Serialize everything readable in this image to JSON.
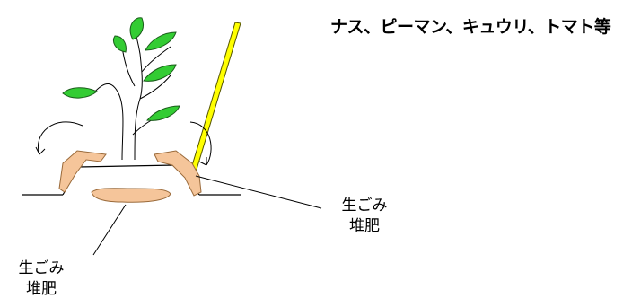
{
  "title": {
    "text": "ナス、ピーマン、キュウリ、トマト等"
  },
  "labels": {
    "right": {
      "line1": "生ごみ",
      "line2": "堆肥"
    },
    "left": {
      "line1": "生ごみ",
      "line2": "堆肥"
    }
  },
  "colors": {
    "leaf": "#33cc33",
    "leaf_outline": "#1a5c1a",
    "compost": "#f5c59a",
    "compost_outline": "#9a6a3a",
    "stake": "#ffff00",
    "stake_outline": "#555500",
    "line": "#000000"
  }
}
